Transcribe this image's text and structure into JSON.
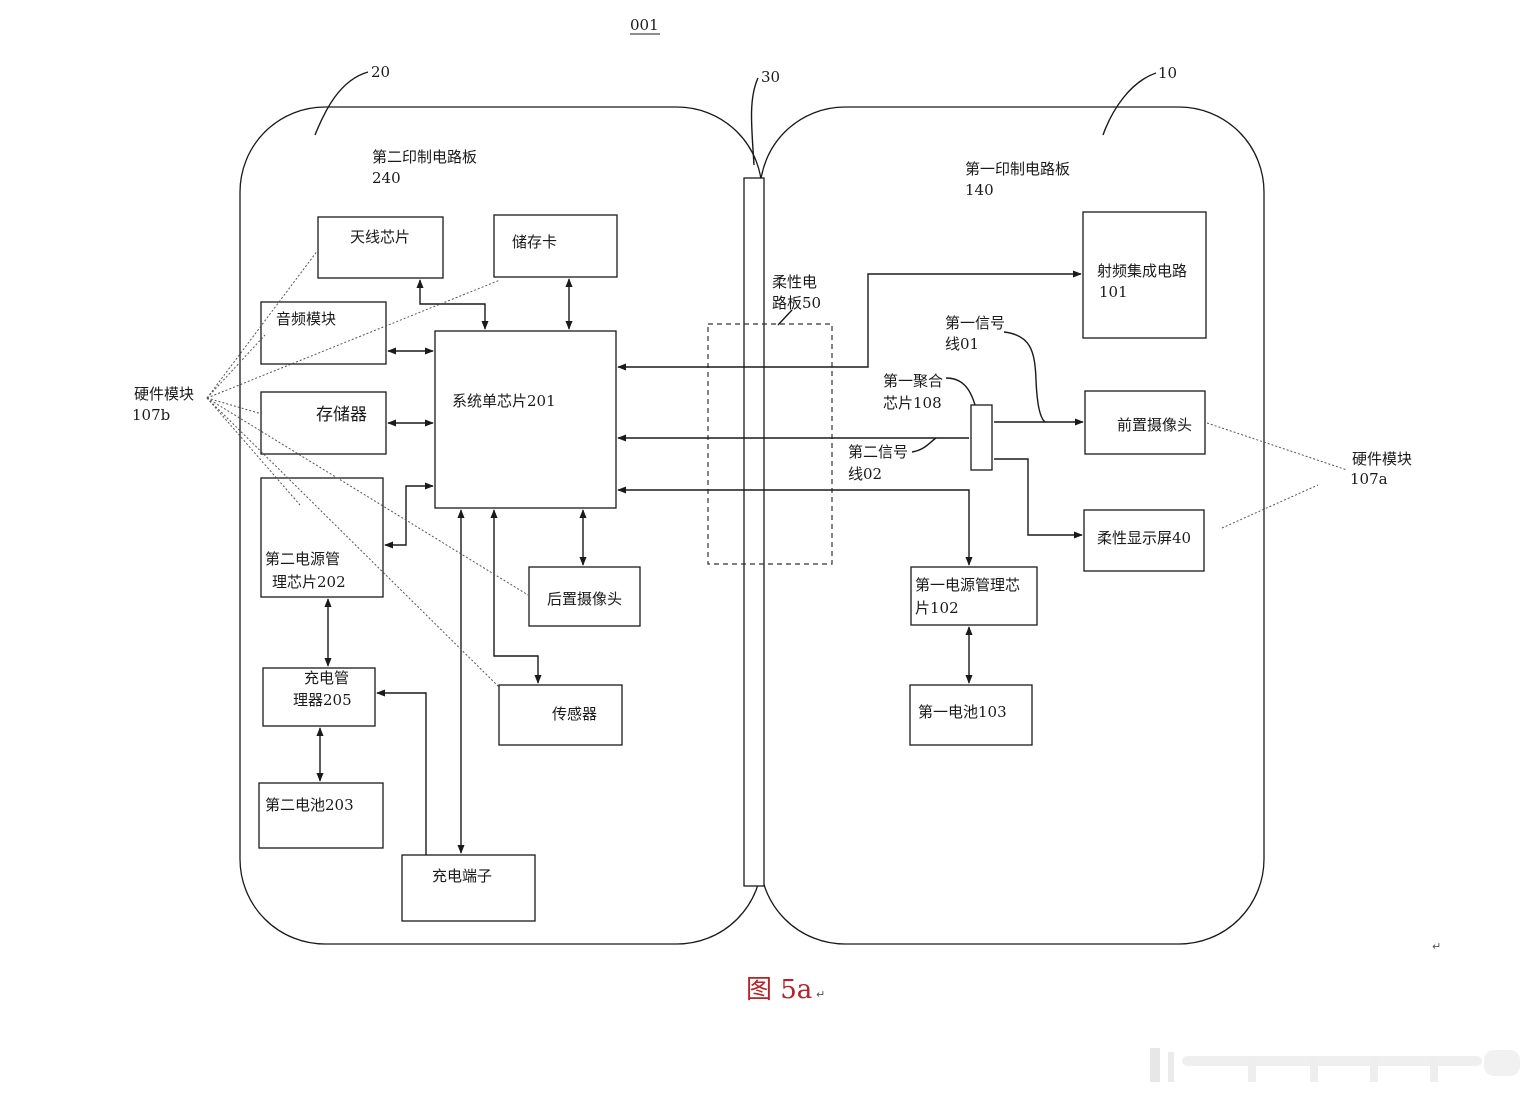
{
  "figure_id": "001",
  "caption": "图 5a",
  "return_mark": "↵",
  "refs": {
    "device2": "20",
    "hinge": "30",
    "device1": "10"
  },
  "board2": {
    "title": "第二印制电路板",
    "num": "240"
  },
  "board1": {
    "title": "第一印制电路板",
    "num": "140"
  },
  "flex_board": {
    "line1": "柔性电",
    "line2": "路板50"
  },
  "hw_b": {
    "line1": "硬件模块",
    "line2": "107b"
  },
  "hw_a": {
    "line1": "硬件模块",
    "line2": "107a"
  },
  "signal1": {
    "line1": "第一信号",
    "line2": "线01"
  },
  "signal2": {
    "line1": "第二信号",
    "line2": "线02"
  },
  "agg_chip": {
    "line1": "第一聚合",
    "line2": "芯片108"
  },
  "blocks": {
    "antenna": "天线芯片",
    "storage_card": "储存卡",
    "audio": "音频模块",
    "memory": "存储器",
    "soc": "系统单芯片201",
    "pmic2": {
      "line1": "第二电源管",
      "line2": "理芯片202"
    },
    "rear_cam": "后置摄像头",
    "sensor": "传感器",
    "charger": {
      "line1": "充电管",
      "line2": "理器205"
    },
    "battery2": "第二电池203",
    "charge_port": "充电端子",
    "rf": {
      "line1": "射频集成电路",
      "line2": "101"
    },
    "front_cam": "前置摄像头",
    "flex_display": "柔性显示屏40",
    "pmic1": {
      "line1": "第一电源管理芯",
      "line2": "片102"
    },
    "battery1": "第一电池103"
  }
}
